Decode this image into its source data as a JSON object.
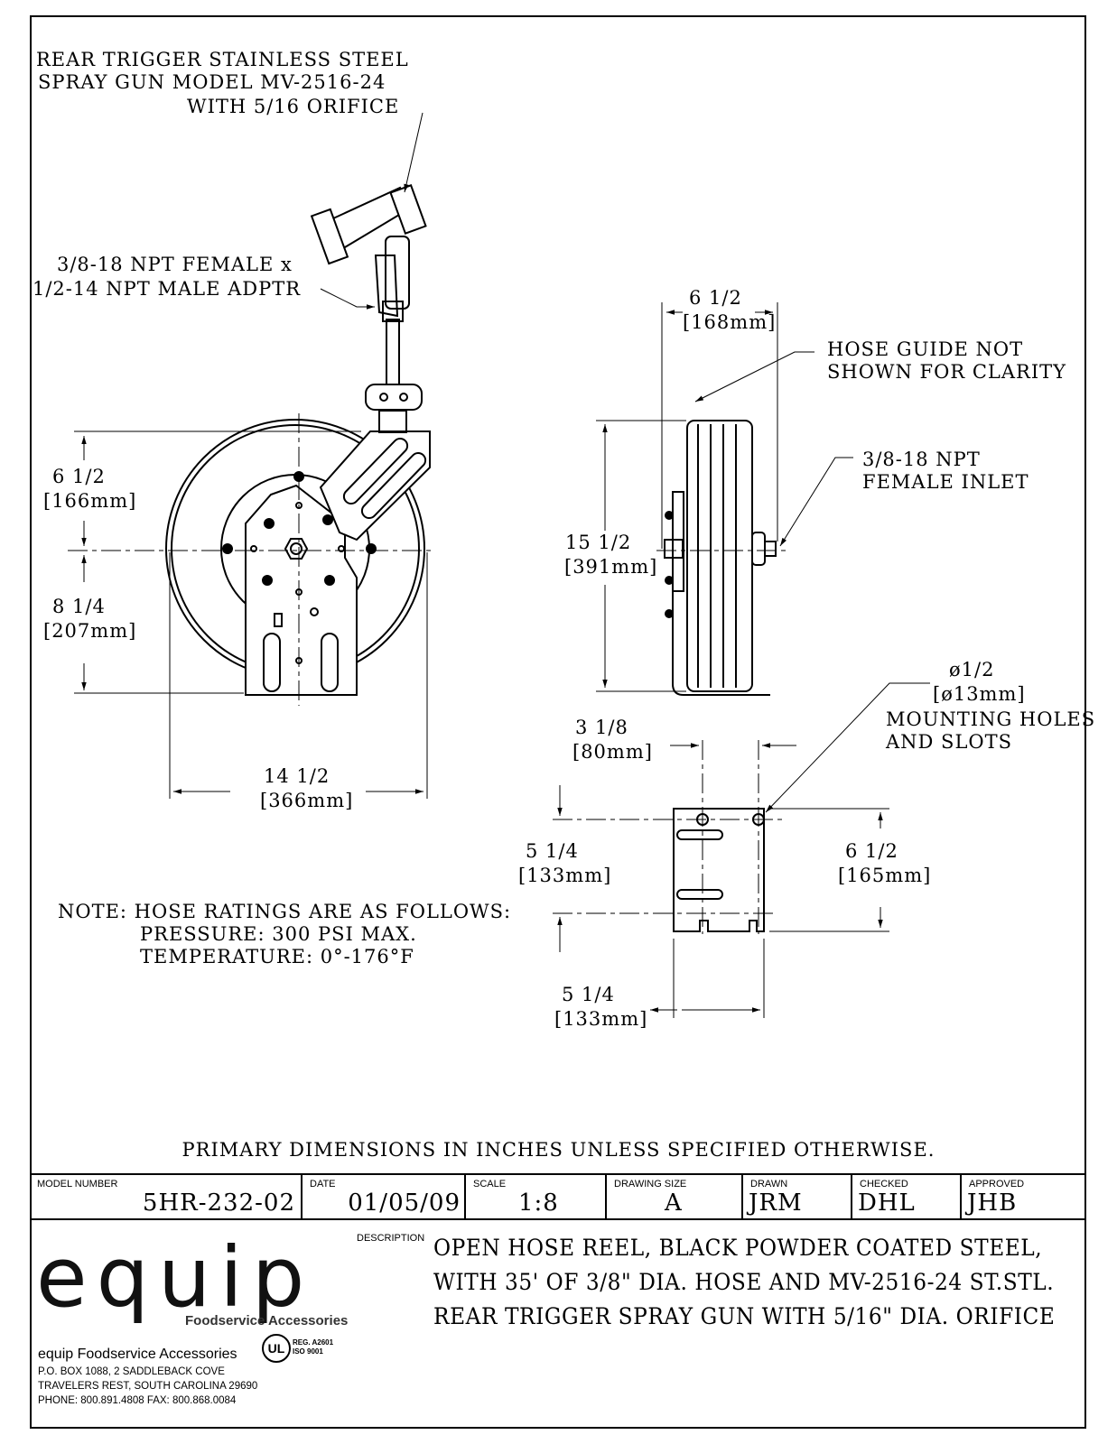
{
  "labels": {
    "spray_gun_line1": "REAR TRIGGER STAINLESS STEEL",
    "spray_gun_line2": "SPRAY GUN MODEL MV-2516-24",
    "spray_gun_line3": "WITH 5/16 ORIFICE",
    "adapter_line1": "3/8-18 NPT FEMALE x",
    "adapter_line2": "1/2-14 NPT MALE ADPTR",
    "upper_height": "6 1/2",
    "upper_height_mm": "[166mm]",
    "lower_height": "8 1/4",
    "lower_height_mm": "[207mm]",
    "width": "14 1/2",
    "width_mm": "[366mm]",
    "side_width": "6 1/2",
    "side_width_mm": "[168mm]",
    "hose_guide_line1": "HOSE GUIDE NOT",
    "hose_guide_line2": "SHOWN FOR CLARITY",
    "inlet_line1": "3/8-18 NPT",
    "inlet_line2": "FEMALE INLET",
    "side_height": "15 1/2",
    "side_height_mm": "[391mm]",
    "hole_dia": "ø1/2",
    "hole_dia_mm": "[ø13mm]",
    "mounting_line1": "MOUNTING HOLES",
    "mounting_line2": "AND SLOTS",
    "hole_spacing": "3 1/8",
    "hole_spacing_mm": "[80mm]",
    "base_vertical": "5 1/4",
    "base_vertical_mm": "[133mm]",
    "base_height": "6 1/2",
    "base_height_mm": "[165mm]",
    "base_width": "5 1/4",
    "base_width_mm": "[133mm]",
    "note_line1": "NOTE: HOSE RATINGS ARE AS FOLLOWS:",
    "note_line2": "PRESSURE: 300 PSI MAX.",
    "note_line3": "TEMPERATURE: 0°-176°F",
    "primary": "PRIMARY DIMENSIONS IN INCHES UNLESS SPECIFIED OTHERWISE."
  },
  "title_block": {
    "model_caption": "MODEL NUMBER",
    "model": "5HR-232-02",
    "date_caption": "DATE",
    "date": "01/05/09",
    "scale_caption": "SCALE",
    "scale": "1:8",
    "size_caption": "DRAWING SIZE",
    "size": "A",
    "drawn_caption": "DRAWN",
    "drawn": "JRM",
    "checked_caption": "CHECKED",
    "checked": "DHL",
    "approved_caption": "APPROVED",
    "approved": "JHB",
    "description_caption": "DESCRIPTION",
    "description_line1": "OPEN HOSE REEL, BLACK POWDER COATED STEEL,",
    "description_line2": "WITH 35' OF 3/8\" DIA. HOSE AND MV-2516-24 ST.STL.",
    "description_line3": "REAR TRIGGER SPRAY GUN WITH 5/16\" DIA. ORIFICE"
  },
  "company": {
    "logo_text": "equip",
    "tagline": "Foodservice Accessories",
    "name": "equip Foodservice Accessories",
    "address1": "P.O. BOX 1088, 2 SADDLEBACK COVE",
    "address2": "TRAVELERS REST, SOUTH CAROLINA 29690",
    "phone": "PHONE: 800.891.4808    FAX: 800.868.0084",
    "ul_mark": "UL",
    "reg1": "REG. A2601",
    "reg2": "ISO 9001"
  }
}
